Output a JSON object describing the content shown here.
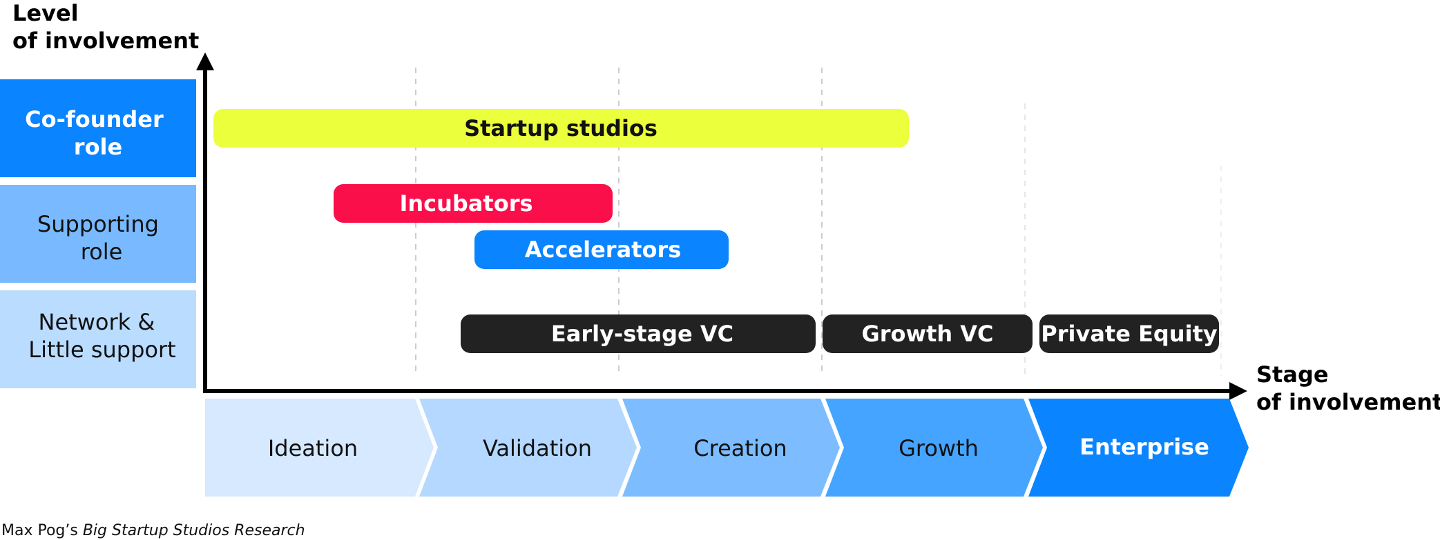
{
  "y_axis_title": [
    "Level",
    "of involvement"
  ],
  "x_axis_title": [
    "Stage",
    "of involvement"
  ],
  "roles": [
    {
      "lines": [
        "Co-founder",
        "role"
      ],
      "color": "#0a84ff",
      "text_color": "#ffffff",
      "bold": true
    },
    {
      "lines": [
        "Supporting",
        "role"
      ],
      "color": "#78b9ff",
      "text_color": "#111111",
      "bold": false
    },
    {
      "lines": [
        "Network &",
        "Little support"
      ],
      "color": "#b9dcff",
      "text_color": "#111111",
      "bold": false
    }
  ],
  "bars": [
    {
      "label": "Startup studios",
      "color": "#ebff3c",
      "text_color": "#111111"
    },
    {
      "label": "Incubators",
      "color": "#fa0f4b",
      "text_color": "#ffffff"
    },
    {
      "label": "Accelerators",
      "color": "#0a84ff",
      "text_color": "#ffffff"
    },
    {
      "label": "Early-stage VC",
      "color": "#222222",
      "text_color": "#ffffff"
    },
    {
      "label": "Growth VC",
      "color": "#222222",
      "text_color": "#ffffff"
    },
    {
      "label": "Private Equity",
      "color": "#222222",
      "text_color": "#ffffff"
    }
  ],
  "stages": [
    {
      "label": "Ideation",
      "color": "#d6e9ff",
      "text_color": "#111111"
    },
    {
      "label": "Validation",
      "color": "#b4d8ff",
      "text_color": "#111111"
    },
    {
      "label": "Creation",
      "color": "#7cbcff",
      "text_color": "#111111"
    },
    {
      "label": "Growth",
      "color": "#45a4ff",
      "text_color": "#111111"
    },
    {
      "label": "Enterprise",
      "color": "#0a84ff",
      "text_color": "#ffffff"
    }
  ],
  "credit": {
    "author": "Max Pog’s ",
    "work": "Big Startup Studios Research"
  }
}
